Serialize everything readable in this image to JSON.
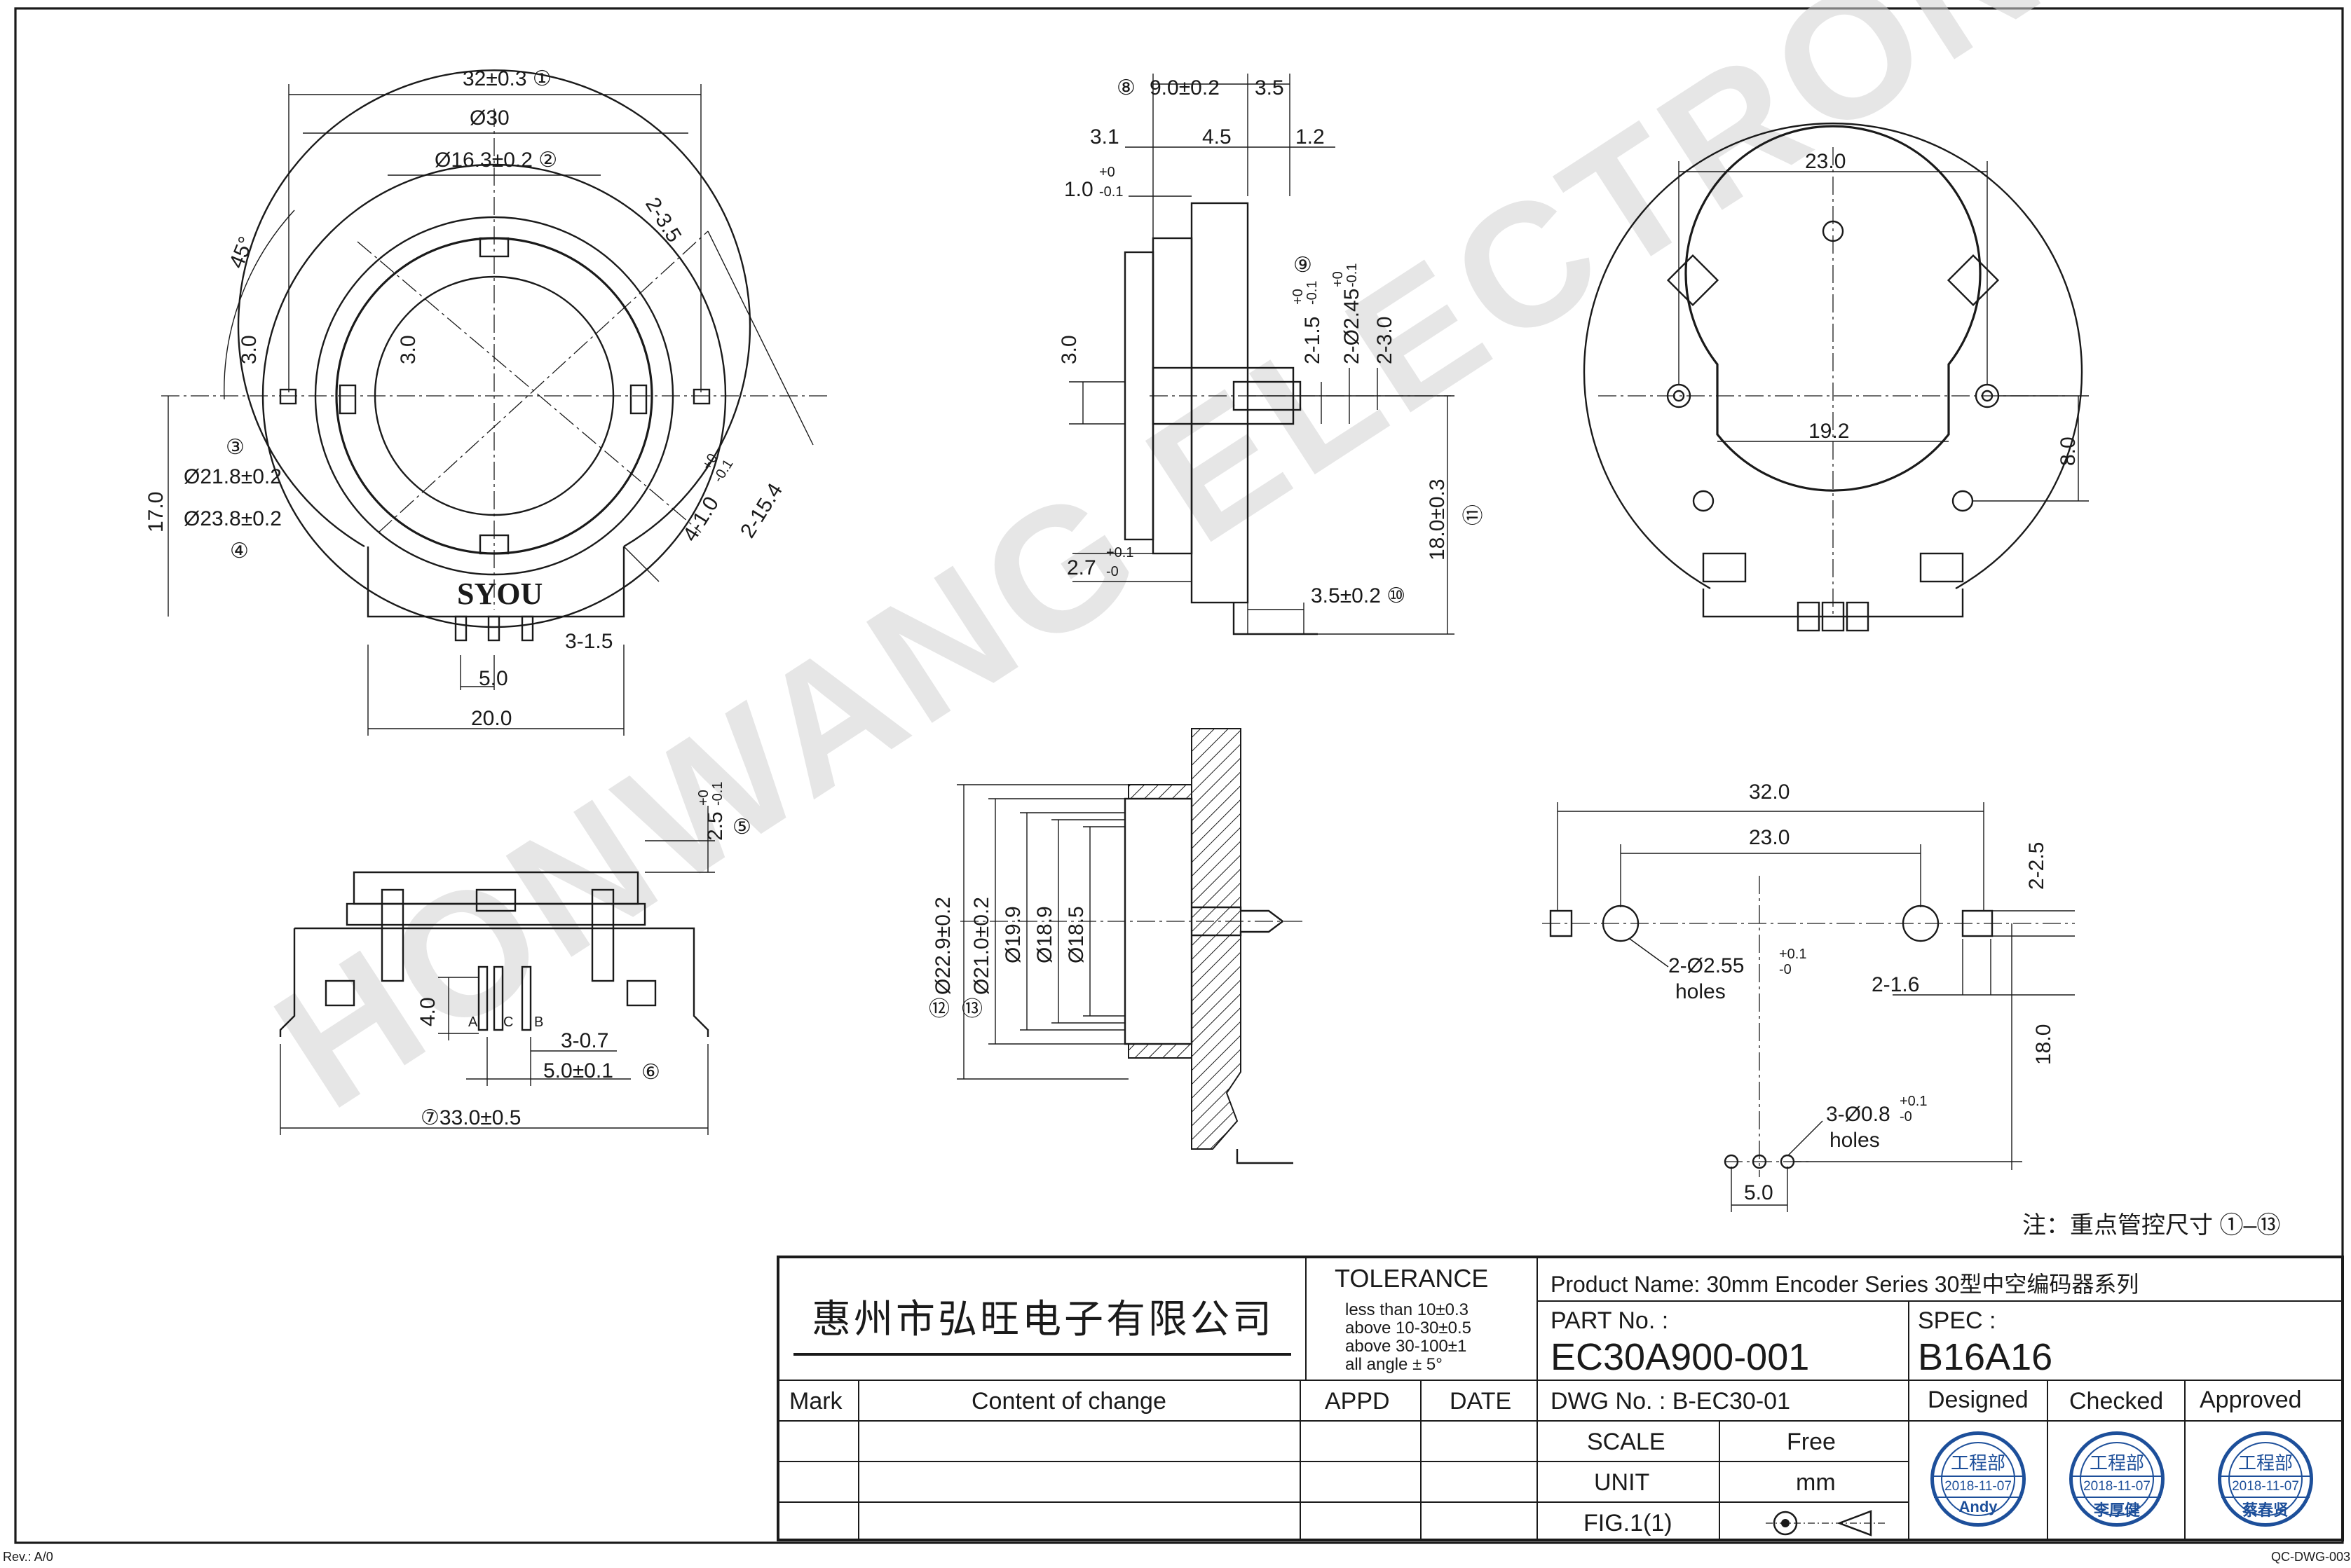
{
  "watermark": "HONWANG ELECTRONICS",
  "logo_text": "SYOU",
  "note": "注：重点管控尺寸 ①–⑬",
  "view_front": {
    "dims": [
      "32±0.3 ①",
      "Ø30",
      "Ø16.3±0.2 ②",
      "2-3.5",
      "45°",
      "3.0",
      "3.0",
      "③",
      "Ø21.8±0.2",
      "Ø23.8±0.2",
      "④",
      "17.0",
      "4-1.0",
      "+0",
      "-0.1",
      "2-15.4",
      "5.0",
      "3-1.5",
      "20.0"
    ]
  },
  "view_side": {
    "dims": [
      "⑧",
      "9.0±0.2",
      "3.5",
      "3.1",
      "4.5",
      "1.2",
      "1.0",
      "+0",
      "-0.1",
      "⑨",
      "2-1.5",
      "+0",
      "-0.1",
      "2-Ø2.45",
      "+0",
      "-0.1",
      "2-3.0",
      "3.0",
      "2.7",
      "+0.1",
      "-0",
      "3.5±0.2 ⑩",
      "18.0±0.3",
      "⑪"
    ]
  },
  "view_back": {
    "dims": [
      "23.0",
      "19.2",
      "8.0"
    ]
  },
  "view_bottom": {
    "dims": [
      "2.5",
      "+0",
      "-0.1",
      "⑤",
      "4.0",
      "A",
      "C",
      "B",
      "3-0.7",
      "5.0±0.1",
      "⑥",
      "⑦33.0±0.5"
    ]
  },
  "view_section": {
    "dims": [
      "Ø22.9±0.2",
      "Ø21.0±0.2",
      "Ø19.9",
      "Ø18.9",
      "Ø18.5",
      "⑫",
      "⑬"
    ]
  },
  "view_pcb": {
    "dims": [
      "32.0",
      "23.0",
      "2-2.5",
      "2-Ø2.55",
      "+0.1",
      "-0",
      "holes",
      "2-1.6",
      "18.0",
      "3-Ø0.8",
      "+0.1",
      "-0",
      "holes",
      "5.0"
    ]
  },
  "title_block": {
    "company": "惠州市弘旺电子有限公司",
    "tolerance_title": "TOLERANCE",
    "tolerance_lines": [
      "less  than 10±0.3",
      "above  10-30±0.5",
      "above  30-100±1",
      "all angle  ± 5°"
    ],
    "product_name": "Product Name:  30mm Encoder Series 30型中空编码器系列",
    "part_no_label": "PART No. :",
    "part_no": "EC30A900-001",
    "spec_label": "SPEC :",
    "spec": "B16A16",
    "mark": "Mark",
    "content_of_change": "Content of change",
    "appd": "APPD",
    "date": "DATE",
    "dwg_no": "DWG No. : B-EC30-01",
    "scale_label": "SCALE",
    "scale_value": "Free",
    "unit_label": "UNIT",
    "unit_value": "mm",
    "fig_label": "FIG.1(1)",
    "designed": "Designed",
    "checked": "Checked",
    "approved": "Approved",
    "stamps": [
      {
        "dept": "工程部",
        "date": "2018-11-07",
        "name": "Andy"
      },
      {
        "dept": "工程部",
        "date": "2018-11-07",
        "name": "李厚健"
      },
      {
        "dept": "工程部",
        "date": "2018-11-07",
        "name": "蔡春贤"
      }
    ],
    "stamp_color": "#1d4f9a"
  },
  "footer_left": "Rev.: A/0",
  "footer_right": "QC-DWG-003"
}
